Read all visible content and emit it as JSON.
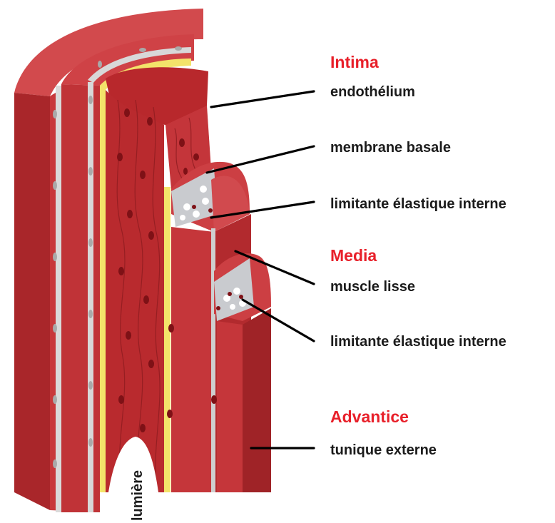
{
  "labels": {
    "intima_title": "Intima",
    "endothelium": "endothélium",
    "basement_membrane": "membrane basale",
    "internal_elastic_1": "limitante élastique interne",
    "media_title": "Media",
    "smooth_muscle": "muscle lisse",
    "internal_elastic_2": "limitante élastique interne",
    "adventitia_title": "Advantice",
    "external_tunic": "tunique externe",
    "lumen": "lumière"
  },
  "colors": {
    "wall_red": "#c8383b",
    "wall_dark": "#8e1c20",
    "wall_light": "#d9474a",
    "cell_dot": "#7e1116",
    "elastic_gray": "#c9cbcf",
    "basal_yellow": "#f3e36a",
    "title_red": "#e8202a",
    "text_black": "#1b1b1b"
  }
}
